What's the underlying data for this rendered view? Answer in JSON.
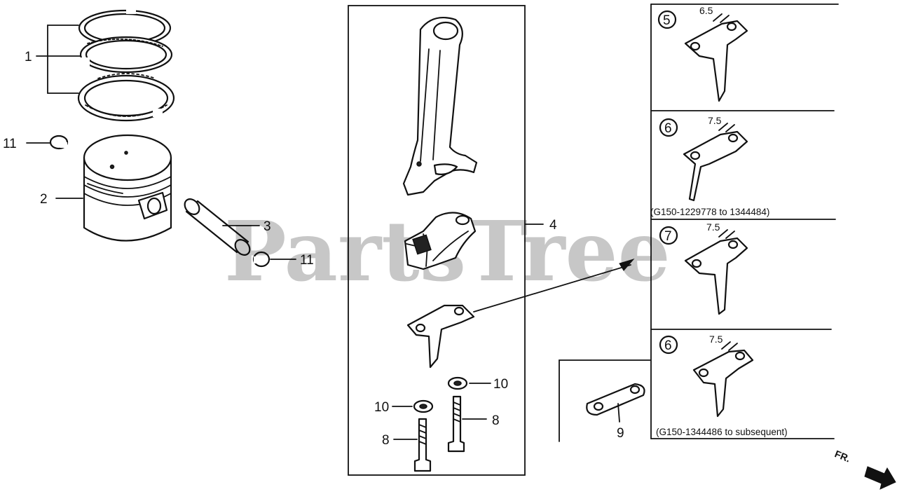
{
  "watermark": "PartsTree",
  "callouts": {
    "ring_set": "1",
    "piston": "2",
    "piston_pin": "3",
    "connecting_rod_assy": "4",
    "dipper_65": "5",
    "dipper_75_a": "6",
    "dipper_75_b": "7",
    "dipper_75_c": "6",
    "rod_bolt_left": "8",
    "rod_bolt_right": "8",
    "lock_plate": "9",
    "washer_left": "10",
    "washer_right": "10",
    "clip_left": "11",
    "clip_right": "11"
  },
  "dimensions": {
    "dipper_5": "6.5",
    "dipper_6_a": "7.5",
    "dipper_7": "7.5",
    "dipper_6_b": "7.5"
  },
  "captions": {
    "serial_range_1": "(G150-1229778 to 1344484)",
    "serial_range_2": "(G150-1344486 to subsequent)"
  },
  "direction_label": "FR."
}
